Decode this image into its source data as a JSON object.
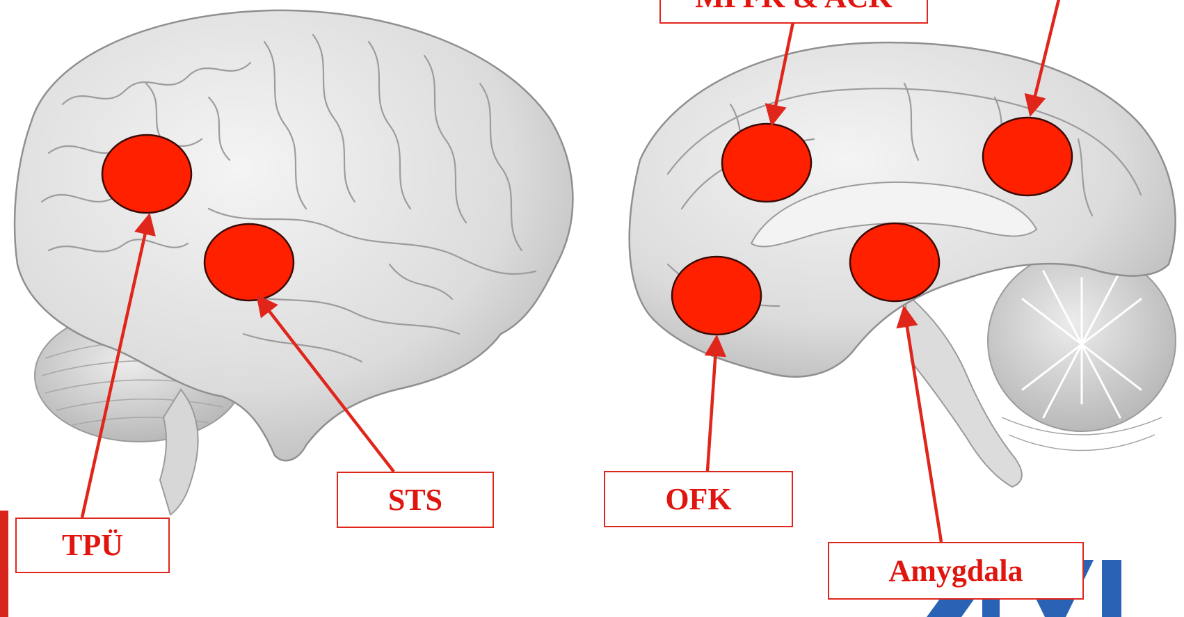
{
  "diagram": {
    "labels": {
      "tpu": "TPÜ",
      "sts": "STS",
      "ofk": "OFK",
      "amygdala": "Amygdala",
      "mpfk_ack": "MPFK & ACK"
    },
    "colors": {
      "marker_red": "#ff2000",
      "marker_outline": "#3a0a05",
      "arrow_red": "#e0251b",
      "label_text": "#e0150f",
      "logo_blue": "#2a63b6",
      "brain_gray": "#d9d9d9"
    }
  }
}
